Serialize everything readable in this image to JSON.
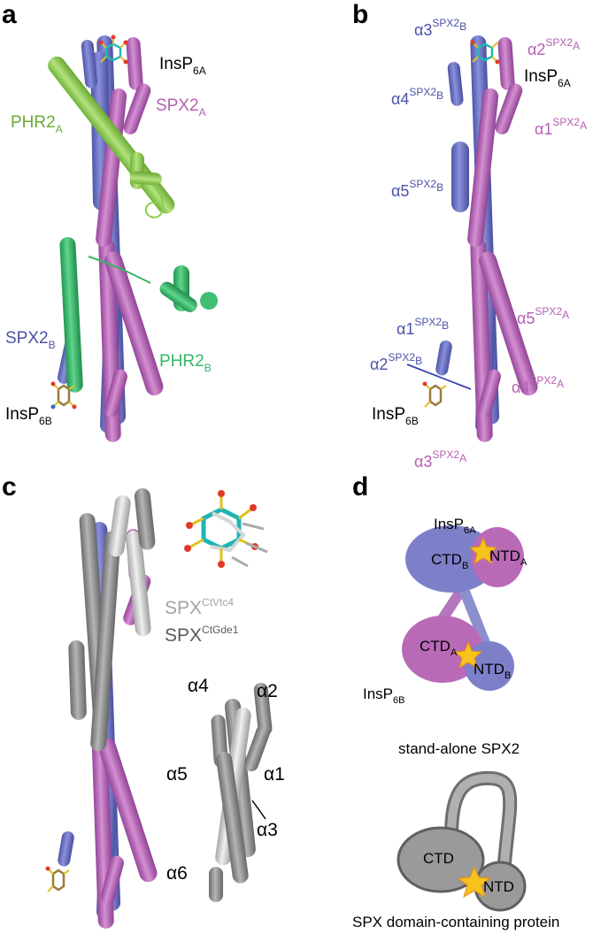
{
  "colors": {
    "blue": "#6a70c4",
    "magenta": "#b55fb3",
    "lightgreen": "#8ccc4e",
    "green": "#35b767",
    "gray": "#8a8a8a",
    "lightgray": "#cccccc",
    "star": "#f6c21c"
  },
  "panels": [
    {
      "letter": "a"
    },
    {
      "letter": "b"
    },
    {
      "letter": "c"
    },
    {
      "letter": "d"
    }
  ],
  "panel_a": {
    "insp6a": {
      "base": "InsP",
      "sub": "6A"
    },
    "spx2a": {
      "base": "SPX2",
      "sub": "A"
    },
    "phr2a": {
      "base": "PHR2",
      "sub": "A"
    },
    "spx2b": {
      "base": "SPX2",
      "sub": "B"
    },
    "phr2b": {
      "base": "PHR2",
      "sub": "B"
    },
    "insp6b": {
      "base": "InsP",
      "sub": "6B"
    }
  },
  "panel_b": {
    "helices": [
      {
        "base": "α3",
        "sup": "SPX2",
        "supsub": "B"
      },
      {
        "base": "α2",
        "sup": "SPX2",
        "supsub": "A"
      },
      {
        "base": "α4",
        "sup": "SPX2",
        "supsub": "B"
      },
      {
        "base": "α1",
        "sup": "SPX2",
        "supsub": "A"
      },
      {
        "base": "α5",
        "sup": "SPX2",
        "supsub": "B"
      },
      {
        "base": "α1",
        "sup": "SPX2",
        "supsub": "B"
      },
      {
        "base": "α5",
        "sup": "SPX2",
        "supsub": "A"
      },
      {
        "base": "α2",
        "sup": "SPX2",
        "supsub": "B"
      },
      {
        "base": "α4",
        "sup": "SPX2",
        "supsub": "A"
      },
      {
        "base": "α3",
        "sup": "SPX2",
        "supsub": "A"
      }
    ],
    "insp6a": {
      "base": "InsP",
      "sub": "6A"
    },
    "insp6b": {
      "base": "InsP",
      "sub": "6B"
    }
  },
  "panel_c": {
    "vtc4": {
      "base": "SPX",
      "sup": "CtVtc4"
    },
    "gde1": {
      "base": "SPX",
      "sup": "CtGde1"
    },
    "helices": [
      "α4",
      "α2",
      "α5",
      "α1",
      "α3",
      "α6"
    ]
  },
  "panel_d": {
    "insp6a": {
      "base": "InsP",
      "sub": "6A"
    },
    "insp6b": {
      "base": "InsP",
      "sub": "6B"
    },
    "ctd_b": {
      "base": "CTD",
      "sub": "B"
    },
    "ntd_a": {
      "base": "NTD",
      "sub": "A"
    },
    "ctd_a": {
      "base": "CTD",
      "sub": "A"
    },
    "ntd_b": {
      "base": "NTD",
      "sub": "B"
    },
    "caption1": "stand-alone SPX2",
    "ctd": "CTD",
    "ntd": "NTD",
    "caption2": "SPX domain-containing protein"
  }
}
